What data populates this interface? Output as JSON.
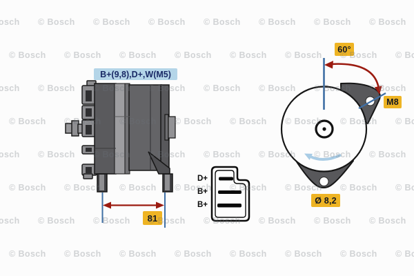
{
  "background": {
    "watermark_label": "© Bosch"
  },
  "side_view": {
    "terminal_label": "B+(9,8),D+,W(M5)",
    "dimension_value": "81"
  },
  "connector": {
    "pins": [
      {
        "label": "D+"
      },
      {
        "label": "B+"
      },
      {
        "label": "B+"
      }
    ]
  },
  "rear_view": {
    "angle_label": "60°",
    "bolt_label": "M8",
    "hole_diameter_label": "Ø 8,2"
  },
  "colors": {
    "callout_bg": "#eeb424",
    "terminal_label_bg": "#b4d5e8",
    "terminal_label_text": "#1a2a66",
    "dimension_red": "#9b1b10",
    "reference_blue": "#3f6fa5",
    "rotation_arrow_blue": "#a9cce5",
    "body_gray": "#5a5a5d",
    "watermark_gray": "#d6d8da"
  }
}
